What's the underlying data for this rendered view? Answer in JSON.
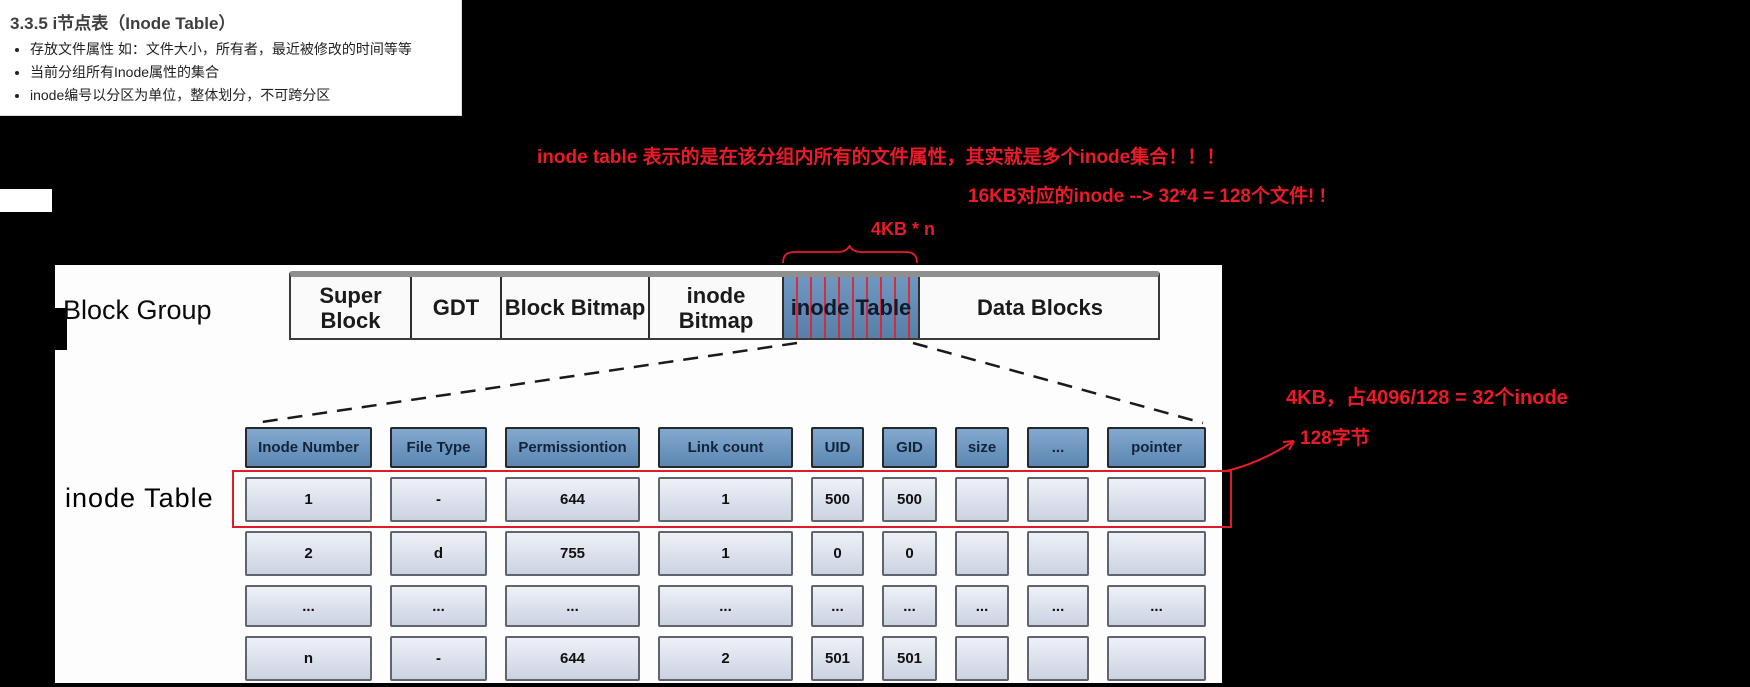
{
  "info_box": {
    "title": "3.3.5 i节点表（Inode Table）",
    "bullets": [
      "存放文件属性 如：文件大小，所有者，最近被修改的时间等等",
      "当前分组所有Inode属性的集合",
      "inode编号以分区为单位，整体划分，不可跨分区"
    ]
  },
  "annotations": {
    "line1": "inode table 表示的是在该分组内所有的文件属性，其实就是多个inode集合！！！",
    "line2": "16KB对应的inode  -->  32*4 = 128个文件! !",
    "brace_label": "4KB * n",
    "right1": "4KB，占4096/128 = 32个inode",
    "right2": "128字节"
  },
  "colors": {
    "annotation_red": "#ea1b28",
    "header_blue": "#6b96c1",
    "cell_blue_gray": "#d6dde9",
    "highlight_segment_blue": "#6390bc",
    "background": "#000000",
    "panel_white": "#fdfdfd"
  },
  "block_group": {
    "label": "Block Group",
    "segments": [
      {
        "label": "Super Block",
        "highlight": false
      },
      {
        "label": "GDT",
        "highlight": false
      },
      {
        "label": "Block Bitmap",
        "highlight": false
      },
      {
        "label": "inode Bitmap",
        "highlight": false
      },
      {
        "label": "inode Table",
        "highlight": true
      },
      {
        "label": "Data Blocks",
        "highlight": false
      }
    ]
  },
  "inode_table": {
    "label": "inode Table",
    "headers": [
      "Inode Number",
      "File Type",
      "Permissiontion",
      "Link count",
      "UID",
      "GID",
      "size",
      "...",
      "pointer"
    ],
    "rows": [
      [
        "1",
        "-",
        "644",
        "1",
        "500",
        "500",
        "",
        "",
        ""
      ],
      [
        "2",
        "d",
        "755",
        "1",
        "0",
        "0",
        "",
        "",
        ""
      ],
      [
        "...",
        "...",
        "...",
        "...",
        "...",
        "...",
        "...",
        "...",
        "..."
      ],
      [
        "n",
        "-",
        "644",
        "2",
        "501",
        "501",
        "",
        "",
        ""
      ]
    ]
  }
}
